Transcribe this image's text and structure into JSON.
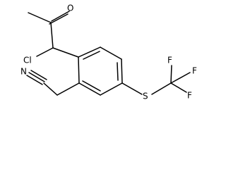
{
  "molecule": {
    "atoms": {
      "oxygen": "O",
      "chlorine": "Cl",
      "nitrogen": "N",
      "sulfur": "S",
      "fluorine_top": "F",
      "fluorine_right": "F",
      "fluorine_bottom": "F"
    }
  }
}
